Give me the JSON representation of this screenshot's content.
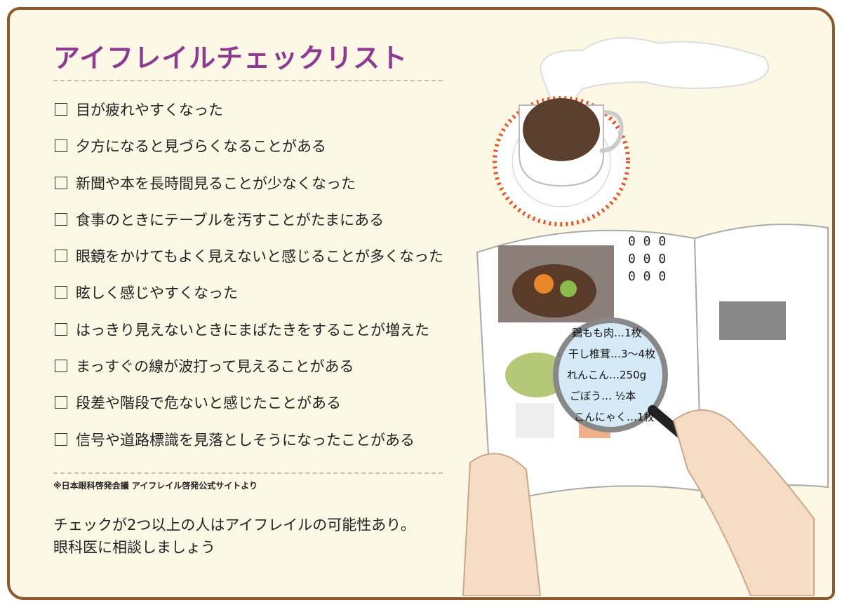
{
  "title": "アイフレイルチェックリスト",
  "checklist": [
    "目が疲れやすくなった",
    "夕方になると見づらくなることがある",
    "新聞や本を長時間見ることが少なくなった",
    "食事のときにテーブルを汚すことがたまにある",
    "眼鏡をかけてもよく見えないと感じることが多くなった",
    "眩しく感じやすくなった",
    "はっきり見えないときにまばたきをすることが増えた",
    "まっすぐの線が波打って見えることがある",
    "段差や階段で危ないと感じたことがある",
    "信号や道路標識を見落としそうになったことがある"
  ],
  "source": "※日本眼科啓発会議 アイフレイル啓発公式サイトより",
  "note": {
    "line1": "チェックが2つ以上の人はアイフレイルの可能性あり。",
    "line2": "眼科医に相談しましょう"
  },
  "illustration": {
    "recipe": [
      "鶏もも肉…1枚",
      "干し椎茸…3〜4枚",
      "れんこん…250g",
      "ごぼう… ½本",
      "こんにゃく…1枚"
    ]
  },
  "colors": {
    "title": "#8d3b8f",
    "paper": "#fdf7e6",
    "border": "#8a5a2e"
  }
}
